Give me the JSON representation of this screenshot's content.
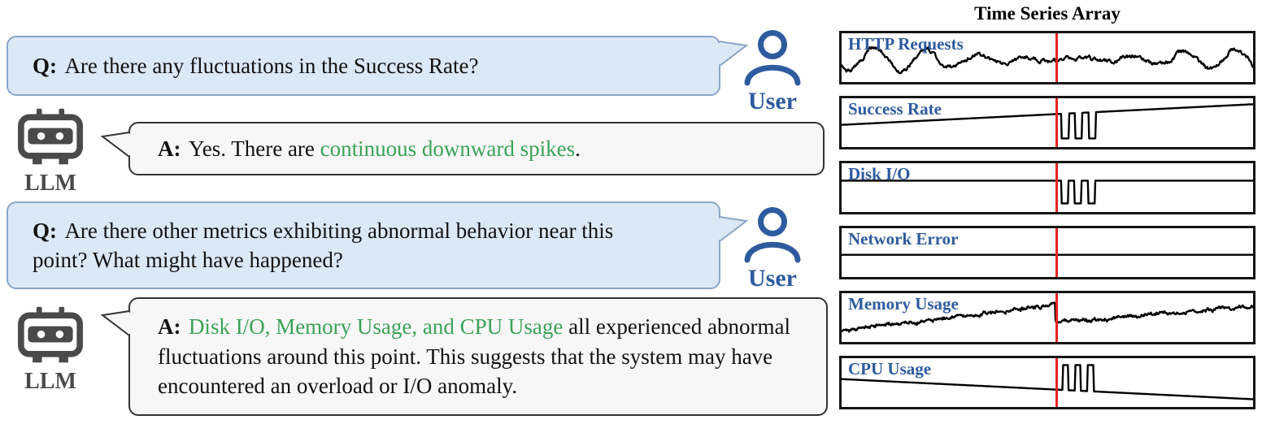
{
  "chat": {
    "user_label": "User",
    "llm_label": "LLM",
    "q1": {
      "prefix": "Q:",
      "text": "Are there any fluctuations in the Success Rate?"
    },
    "a1": {
      "prefix": "A:",
      "pre": "Yes. There are ",
      "highlight": "continuous downward spikes",
      "post": "."
    },
    "q2": {
      "prefix": "Q:",
      "text": "Are there other metrics exhibiting abnormal behavior near this point? What might have happened?"
    },
    "a2": {
      "prefix": "A:",
      "pre": "",
      "highlight": "Disk I/O, Memory Usage, and CPU Usage",
      "post": " all experienced abnormal fluctuations around this point. This suggests that the system may have encountered an overload or I/O anomaly."
    }
  },
  "time_series_meta": {
    "title": "Time Series Array",
    "anomaly_x": 0.52
  },
  "colors": {
    "highlight_green": "#3aa357",
    "user_blue": "#2e5b9f",
    "llm_gray": "#4a4a4a",
    "anomaly_red": "#e8251f",
    "label_blue": "#2e5b9f",
    "q_bubble_bg": "#dbe8f6",
    "q_bubble_border": "#8aa5c8",
    "a_bubble_bg": "#f7f7f7",
    "a_bubble_border": "#333333",
    "line_black": "#000000"
  },
  "chart_data": [
    {
      "type": "line",
      "title": "HTTP Requests",
      "description": "smooth wavy noisy signal continuing unchanged across the red anomaly marker",
      "pattern": {
        "kind": "wave",
        "baseline": 0.55,
        "amplitude": 0.26,
        "cycles": 8,
        "noise": 0.1
      }
    },
    {
      "type": "line",
      "title": "Success Rate",
      "description": "high and slowly rising; cluster of deep square downward spikes just after the red anomaly marker",
      "pattern": {
        "kind": "trend_dips",
        "from": 0.55,
        "to": 0.08,
        "dip_to": 0.86,
        "dips": [
          [
            0.535,
            0.552
          ],
          [
            0.567,
            0.584
          ],
          [
            0.601,
            0.618
          ]
        ]
      }
    },
    {
      "type": "line",
      "title": "Disk I/O",
      "description": "flat; deep square downward spikes just after the red anomaly marker",
      "pattern": {
        "kind": "flat_dips",
        "baseline": 0.34,
        "dip_to": 0.86,
        "dips": [
          [
            0.535,
            0.551
          ],
          [
            0.566,
            0.582
          ],
          [
            0.599,
            0.615
          ]
        ]
      }
    },
    {
      "type": "line",
      "title": "Network Error",
      "description": "constant flat line across the whole window",
      "pattern": {
        "kind": "flat",
        "baseline": 0.55
      }
    },
    {
      "type": "line",
      "title": "Memory Usage",
      "description": "noisy rising trend, sharp drop at the red anomaly marker, then rising again",
      "pattern": {
        "kind": "rise_drop_rise",
        "from": 0.8,
        "peak": 0.2,
        "drop_x": 0.52,
        "drop_to": 0.62,
        "to": 0.24
      }
    },
    {
      "type": "line",
      "title": "CPU Usage",
      "description": "gently declining; tall narrow upward spikes just after the red anomaly marker",
      "pattern": {
        "kind": "decline_spikes",
        "from": 0.42,
        "to": 0.88,
        "spike_to": 0.1,
        "spikes": [
          [
            0.537,
            0.551
          ],
          [
            0.567,
            0.581
          ],
          [
            0.598,
            0.612
          ]
        ]
      }
    }
  ]
}
